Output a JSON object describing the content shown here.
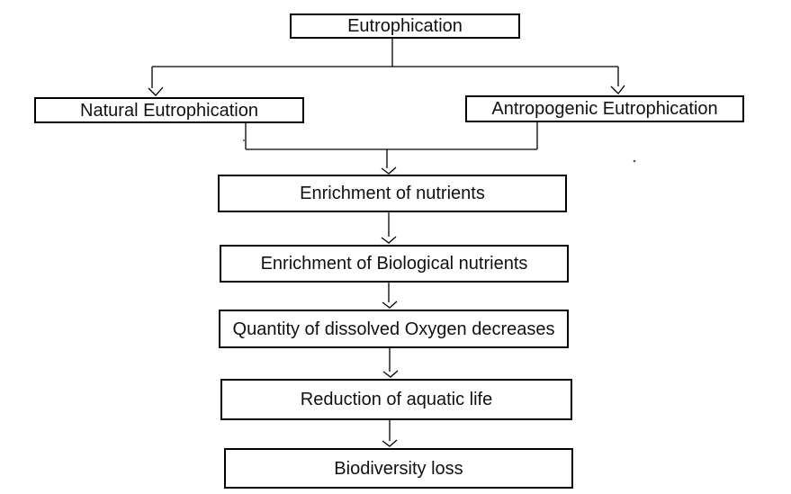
{
  "diagram": {
    "type": "flowchart",
    "background": "#ffffff",
    "line_color": "#000000",
    "box_border_color": "#000000",
    "text_color": "#111111",
    "nodes": [
      {
        "id": "eutrophication",
        "label": "Eutrophication"
      },
      {
        "id": "natural-eutrophication",
        "label": "Natural Eutrophication"
      },
      {
        "id": "antropogenic-eutrophication",
        "label": "Antropogenic Eutrophication"
      },
      {
        "id": "enrichment-of-nutrients",
        "label": "Enrichment of nutrients"
      },
      {
        "id": "enrichment-of-biological-nutrients",
        "label": "Enrichment of Biological nutrients"
      },
      {
        "id": "oxygen-decrease",
        "label": "Quantity of dissolved Oxygen decreases"
      },
      {
        "id": "reduction-of-aquatic-life",
        "label": "Reduction of aquatic life"
      },
      {
        "id": "biodiversity-loss",
        "label": "Biodiversity loss"
      }
    ],
    "edges": [
      {
        "from": "eutrophication",
        "to": "natural-eutrophication"
      },
      {
        "from": "eutrophication",
        "to": "antropogenic-eutrophication"
      },
      {
        "from": "natural-eutrophication",
        "to": "enrichment-of-nutrients"
      },
      {
        "from": "antropogenic-eutrophication",
        "to": "enrichment-of-nutrients"
      },
      {
        "from": "enrichment-of-nutrients",
        "to": "enrichment-of-biological-nutrients"
      },
      {
        "from": "enrichment-of-biological-nutrients",
        "to": "oxygen-decrease"
      },
      {
        "from": "oxygen-decrease",
        "to": "reduction-of-aquatic-life"
      },
      {
        "from": "reduction-of-aquatic-life",
        "to": "biodiversity-loss"
      }
    ]
  }
}
